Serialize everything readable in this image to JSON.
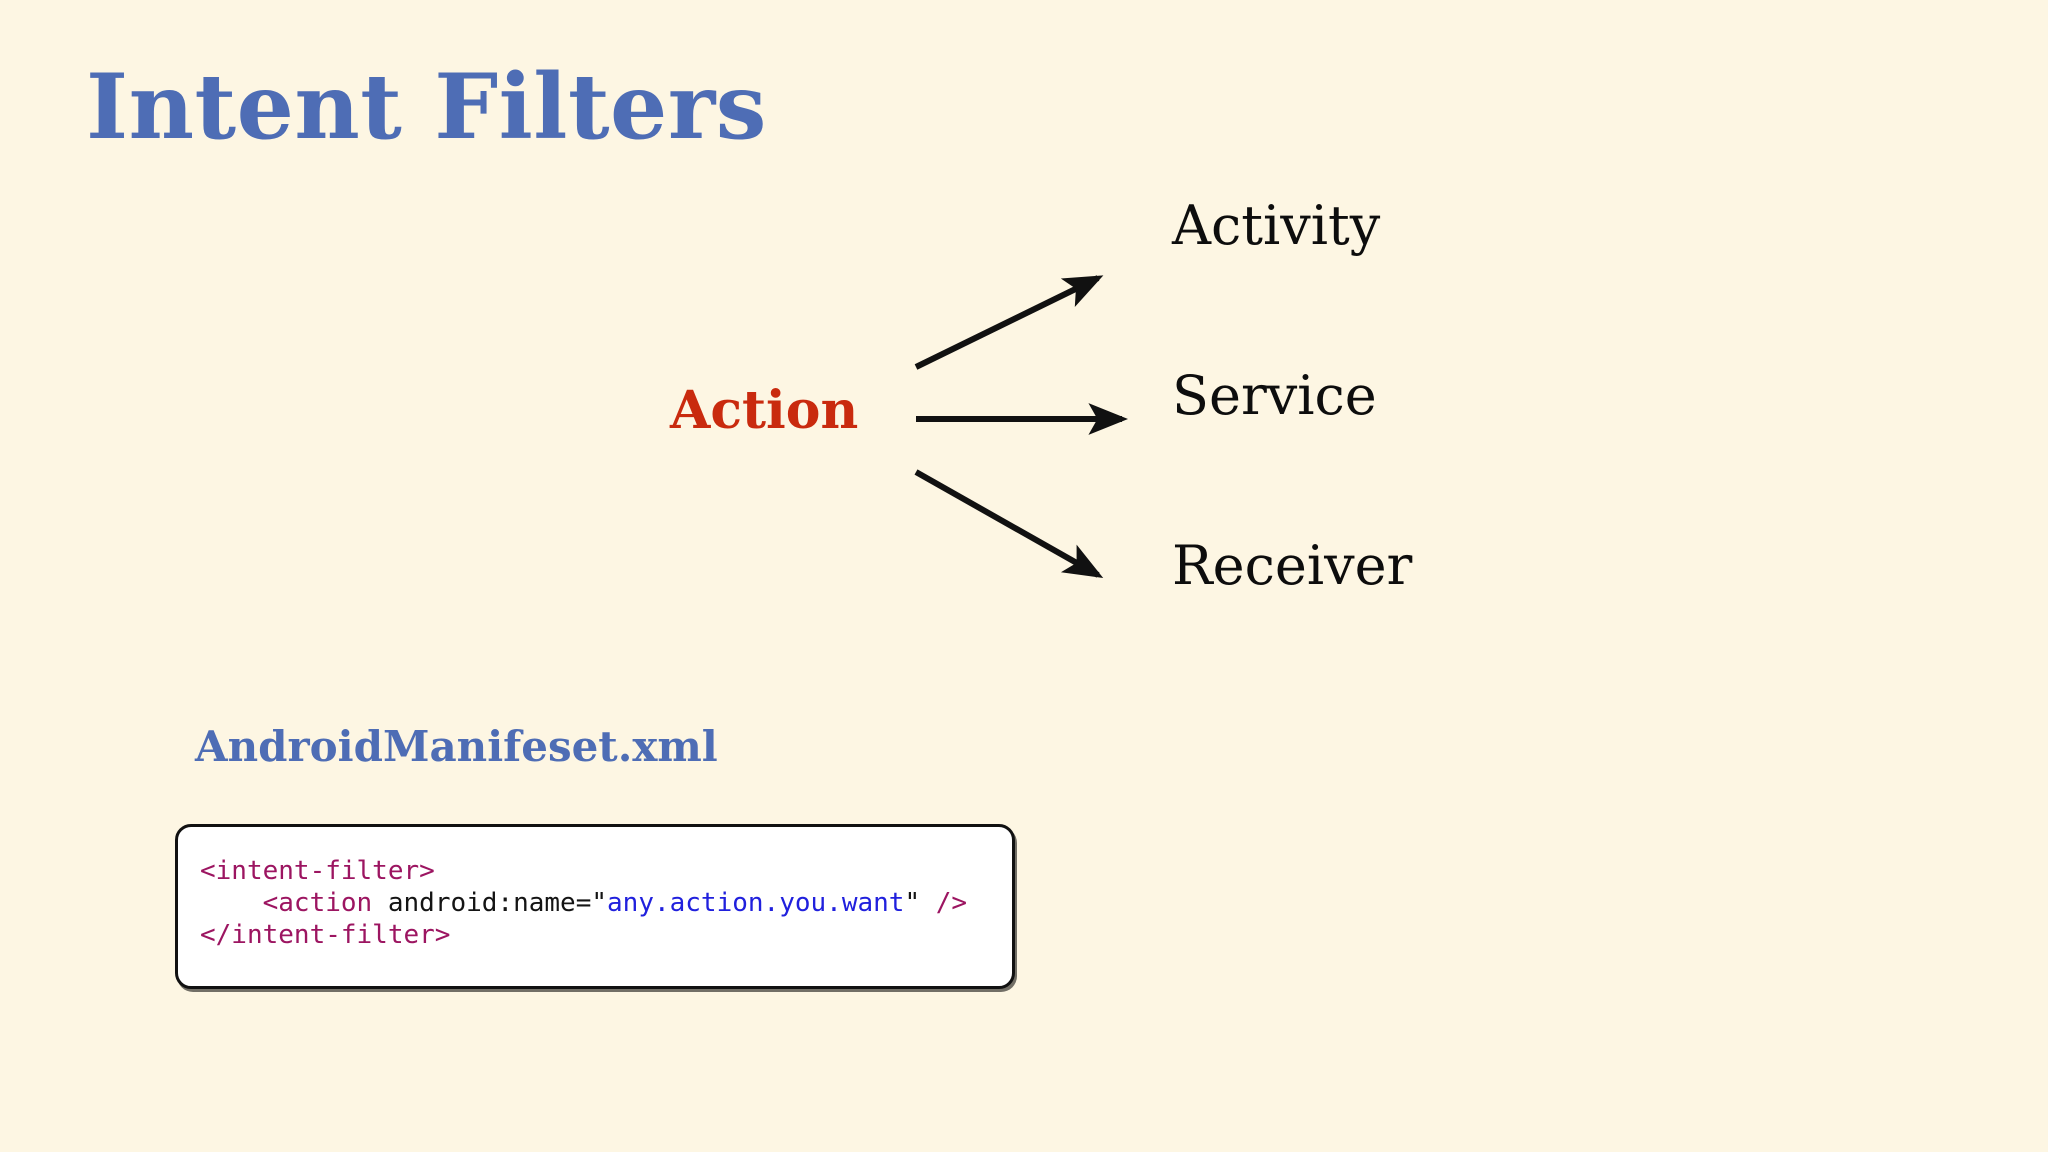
{
  "slide": {
    "title": "Intent Filters",
    "background_color": "#fdf6e3",
    "title_color": "#4e6db5"
  },
  "diagram": {
    "source": {
      "label": "Action",
      "color": "#c92a0e"
    },
    "targets": [
      {
        "label": "Activity",
        "color": "#0d0d0d"
      },
      {
        "label": "Service",
        "color": "#0d0d0d"
      },
      {
        "label": "Receiver",
        "color": "#0d0d0d"
      }
    ],
    "arrow_color": "#111111"
  },
  "code_section": {
    "caption": "AndroidManifeset.xml",
    "caption_color": "#4e6db5",
    "language": "xml",
    "lines": [
      {
        "tokens": [
          {
            "t": "<intent-filter>",
            "k": "tag"
          }
        ]
      },
      {
        "tokens": [
          {
            "t": "    ",
            "k": "plain"
          },
          {
            "t": "<action",
            "k": "tag"
          },
          {
            "t": " android:name=",
            "k": "attr"
          },
          {
            "t": "\"",
            "k": "quote"
          },
          {
            "t": "any.action.you.want",
            "k": "string"
          },
          {
            "t": "\"",
            "k": "quote"
          },
          {
            "t": " ",
            "k": "plain"
          },
          {
            "t": "/>",
            "k": "punct"
          }
        ]
      },
      {
        "tokens": [
          {
            "t": "</intent-filter>",
            "k": "tag"
          }
        ]
      }
    ],
    "colors": {
      "tag": "#9c1561",
      "attr": "#141414",
      "string": "#2020dd",
      "punct": "#9c1561",
      "box_border": "#111111",
      "box_background": "#ffffff"
    }
  }
}
